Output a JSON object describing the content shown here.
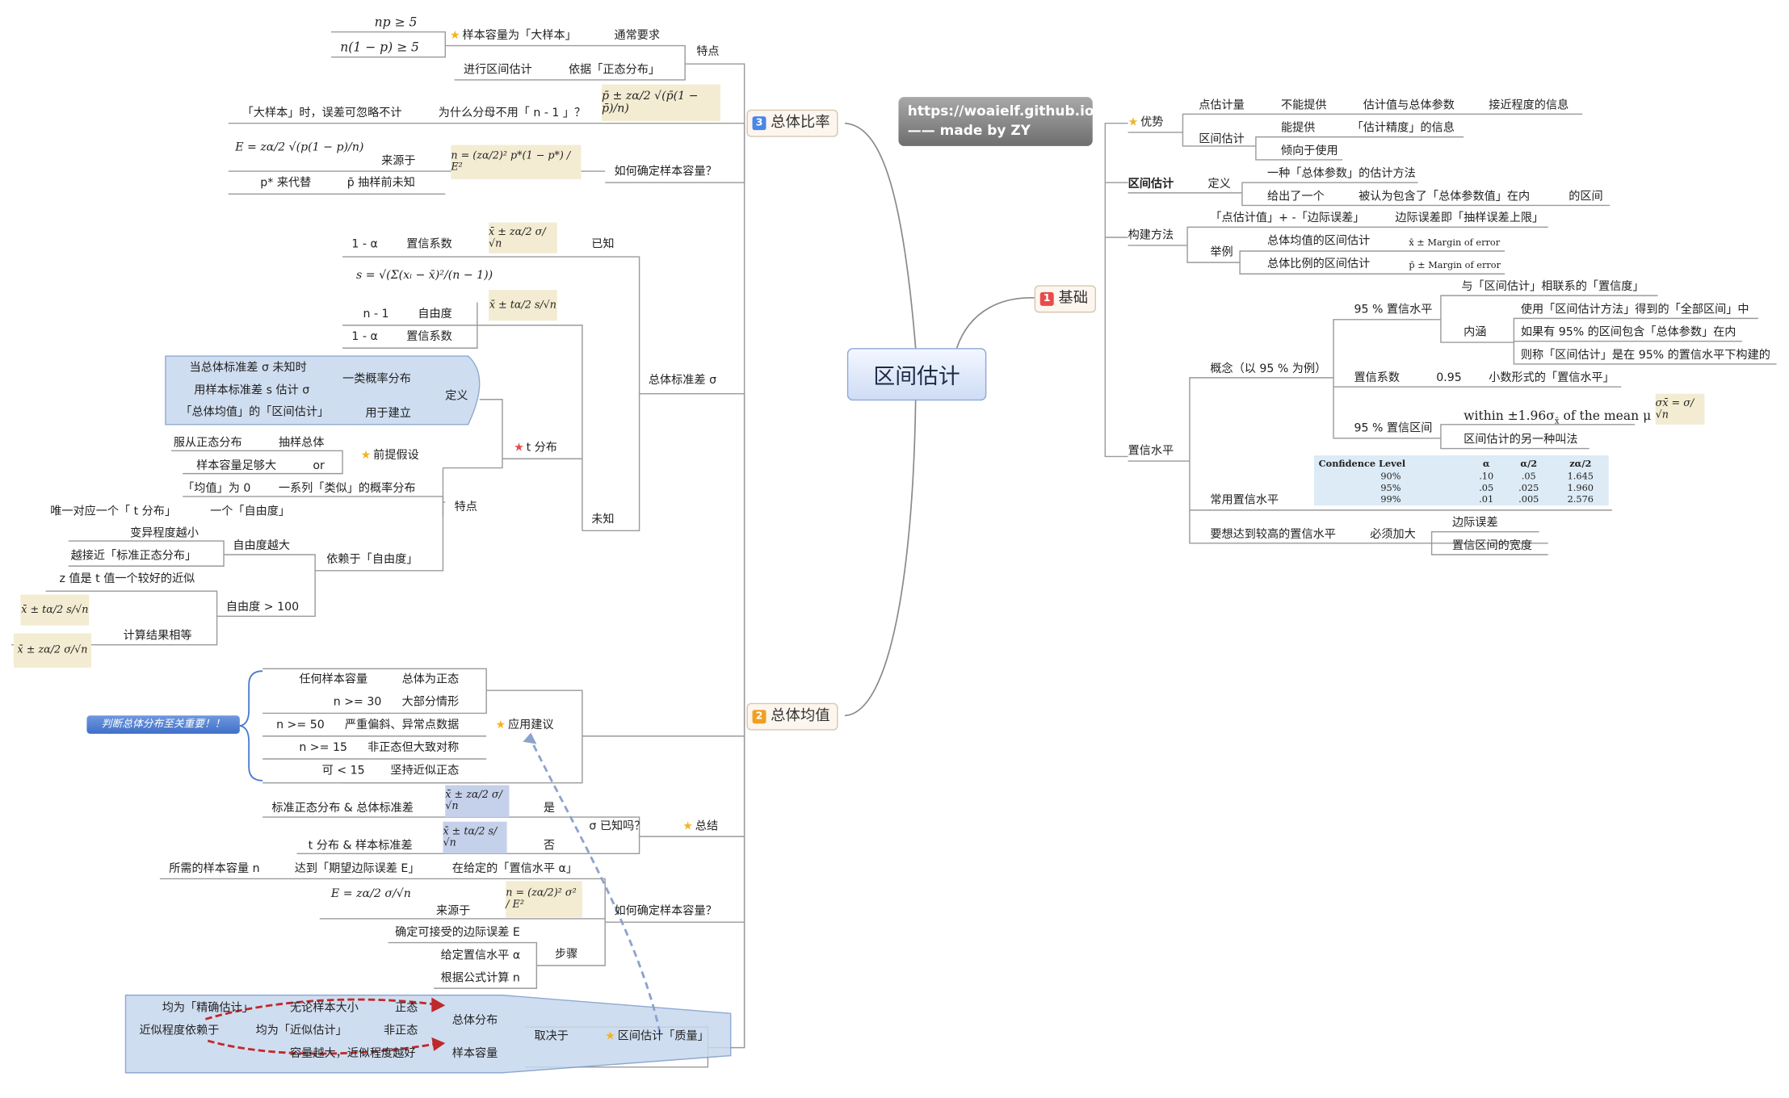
{
  "central": "区间估计",
  "url_box": {
    "line1": "https://woaielf.github.io/",
    "line2": "—— made by ZY"
  },
  "branches": {
    "basic": "基础",
    "mean": "总体均值",
    "prop": "总体比率"
  },
  "branch_colors": {
    "basic": "#e84b4b",
    "mean": "#f0a020",
    "prop": "#4a86e8",
    "star": "#f2b320",
    "tstar": "#e24a4a"
  },
  "basic": {
    "advantage": "优势",
    "point_est": "点估计量",
    "not_provide": "不能提供",
    "est_vs_param": "估计值与总体参数",
    "closeness": "接近程度的信息",
    "interval_est": "区间估计",
    "can_provide": "能提供",
    "precision": "「估计精度」的信息",
    "prefer": "倾向于使用",
    "interval_title": "区间估计",
    "definition": "定义",
    "def1": "一种「总体参数」的估计方法",
    "def2": "给出了一个",
    "def3": "被认为包含了「总体参数值」在内",
    "def4": "的区间",
    "construct": "构建方法",
    "construct1": "「点估计值」+ -「边际误差」",
    "construct2": "边际误差即「抽样误差上限」",
    "example": "举例",
    "ex1": "总体均值的区间估计",
    "ex1f": "x̄ ± Margin of error",
    "ex2": "总体比例的区间估计",
    "ex2f": "p̄ ± Margin of error",
    "conf_level": "置信水平",
    "concept": "概念（以 95 % 为例）",
    "c95": "95 % 置信水平",
    "c95a": "与「区间估计」相联系的「置信度」",
    "meaning": "内涵",
    "m1": "使用「区间估计方法」得到的「全部区间」中",
    "m2": "如果有 95% 的区间包含「总体参数」在内",
    "m3": "则称「区间估计」是在 95% 的置信水平下构建的",
    "coef": "置信系数",
    "coef_val": "0.95",
    "coef_desc": "小数形式的「置信水平」",
    "ci95": "95 % 置信区间",
    "within": "within ±1.96σ",
    "within_sub": "x̄",
    "within_tail": " of the mean μ",
    "sigma_formula": "σx̄ = σ/√n",
    "ci_alt": "区间估计的另一种叫法",
    "common": "常用置信水平",
    "higher": "要想达到较高的置信水平",
    "must": "必须加大",
    "h1": "边际误差",
    "h2": "置信区间的宽度"
  },
  "conf_table": {
    "headers": [
      "Confidence Level",
      "α",
      "α/2",
      "zα/2"
    ],
    "rows": [
      [
        "90%",
        ".10",
        ".05",
        "1.645"
      ],
      [
        "95%",
        ".05",
        ".025",
        "1.960"
      ],
      [
        "99%",
        ".01",
        ".005",
        "2.576"
      ]
    ]
  },
  "prop": {
    "np": "np ≥ 5",
    "nq": "n(1 − p) ≥ 5",
    "large": "样本容量为「大样本」",
    "usual": "通常要求",
    "feature": "特点",
    "do_ie": "进行区间估计",
    "normal": "依据「正态分布」",
    "formula": "p̄ ± zα/2 √(p̄(1 − p̄)/n)",
    "neglect": "「大样本」时，误差可忽略不计",
    "why": "为什么分母不用「 n - 1 」？",
    "E": "E = zα/2 √(p(1 − p)/n)",
    "from": "来源于",
    "n_formula": "n = (zα/2)² p*(1 − p*) / E²",
    "how_n": "如何确定样本容量？",
    "pstar": "p* 来代替",
    "pbar": "p̄ 抽样前未知"
  },
  "mean": {
    "known_f": "x̄ ± zα/2 σ/√n",
    "known": "已知",
    "one_a": "1 - α",
    "conf_coef": "置信系数",
    "s_f": "s = √(Σ(xᵢ − x̄)²/(n − 1))",
    "t_f": "x̄ ± tα/2 s/√n",
    "n1": "n - 1",
    "dof": "自由度",
    "one_a2": "1 - α",
    "conf_coef2": "置信系数",
    "sigma": "总体标准差 σ",
    "unknown": "未知",
    "def1": "当总体标准差 σ 未知时",
    "def2": "用样本标准差 s 估计 σ",
    "def_prob": "一类概率分布",
    "def": "定义",
    "def3": "「总体均值」的「区间估计」",
    "def_for": "用于建立",
    "tdist": "t 分布",
    "pre": "前提假设",
    "pre1a": "服从正态分布",
    "pre1b": "抽样总体",
    "pre2": "样本容量足够大",
    "or": "or",
    "feat1a": "「均值」为 0",
    "feat1b": "一系列「类似」的概率分布",
    "feat": "特点",
    "f2a": "唯一对应一个「 t 分布」",
    "f2b": "一个「自由度」",
    "f3a": "变异程度越小",
    "f3b": "越接近「标准正态分布」",
    "f3c": "自由度越大",
    "f3d": "依赖于「自由度」",
    "f4a": "z 值是 t 值一个较好的近似",
    "f4b": "自由度 > 100",
    "f5a": "x̄ ± tα/2 s/√n",
    "f5b": "x̄ ± zα/2 σ/√n",
    "f5c": "计算结果相等",
    "adv": "应用建议",
    "a1a": "任何样本容量",
    "a1b": "总体为正态",
    "a2a": "n >= 30",
    "a2b": "大部分情形",
    "a3a": "n >= 50",
    "a3b": "严重偏斜、异常点数据",
    "a4a": "n >= 15",
    "a4b": "非正态但大致对称",
    "a5a": "可 < 15",
    "a5b": "坚持近似正态",
    "note": "判断总体分布至关重要！！",
    "sum": "总结",
    "sig_known": "σ 已知吗？",
    "yes": "是",
    "no": "否",
    "s1": "标准正态分布 & 总体标准差",
    "s1f": "x̄ ± zα/2 σ/√n",
    "s2": "t 分布 & 样本标准差",
    "s2f": "x̄ ± tα/2 s/√n",
    "how_n": "如何确定样本容量？",
    "need_n": "所需的样本容量 n",
    "reach": "达到「期望边际误差 E」",
    "given": "在给定的「置信水平 α」",
    "E_f": "E = zα/2 σ/√n",
    "from": "来源于",
    "n_f": "n = (zα/2)² σ² / E²",
    "step": "步骤",
    "st1": "确定可接受的边际误差 E",
    "st2": "给定置信水平 α",
    "st3": "根据公式计算 n",
    "quality": "区间估计「质量」",
    "depends": "取决于",
    "popdist": "总体分布",
    "samplesize": "样本容量",
    "q1a": "均为「精确估计」",
    "q1b": "无论样本大小",
    "q1c": "正态",
    "q2a": "近似程度依赖于",
    "q2b": "均为「近似估计」",
    "q2c": "非正态",
    "q3": "容量越大，近似程度越好"
  }
}
